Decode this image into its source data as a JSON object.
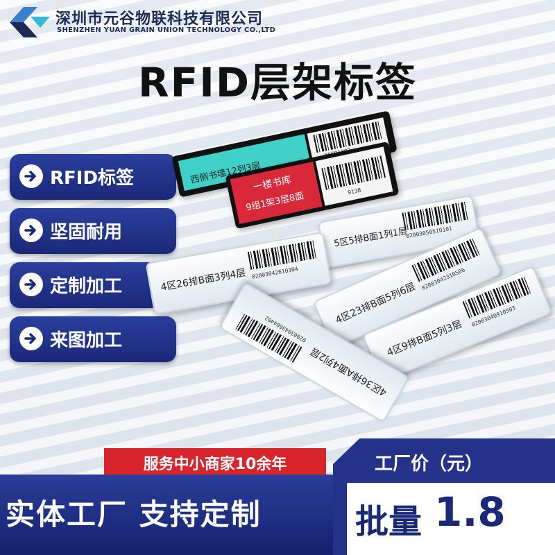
{
  "header": {
    "company_cn": "深圳市元谷物联科技有限公司",
    "company_en": "SHENZHEN YUAN GRAIN UNION TECHNOLOGY CO.,LTD"
  },
  "title": "RFID层架标签",
  "features": [
    {
      "label": "RFID标签"
    },
    {
      "label": "坚固耐用"
    },
    {
      "label": "定制加工"
    },
    {
      "label": "来图加工"
    }
  ],
  "tags": {
    "black_tag": {
      "code": "XCSQ1203",
      "loc": "西侧书墙12列3层"
    },
    "red_tag": {
      "code": "913B",
      "loc_line1": "一楼书库",
      "loc_line2": "9组1架3层8面"
    },
    "tag1": {
      "loc": "5区5排B面1列1层",
      "code": "02003050510101"
    },
    "tag2": {
      "loc": "4区26排B面3列4层",
      "code": "02003042610304"
    },
    "tag3": {
      "loc": "4区23排B面5列6层",
      "code": "02003042310506"
    },
    "tag4": {
      "loc": "4区9排B面5列3层",
      "code": "02003040910503"
    },
    "tag5": {
      "loc": "4区36排A面4列2层",
      "code": "02003043604402"
    }
  },
  "promo": {
    "years": "服务中小商家10余年",
    "slogan": "实体工厂 支持定制",
    "price_label": "工厂价（元）",
    "price_prefix": "批量",
    "price_value": "1.8"
  },
  "colors": {
    "brand_blue": "#1a2878",
    "accent_red": "#d9242b",
    "tag_teal": "#3fd0c8"
  }
}
